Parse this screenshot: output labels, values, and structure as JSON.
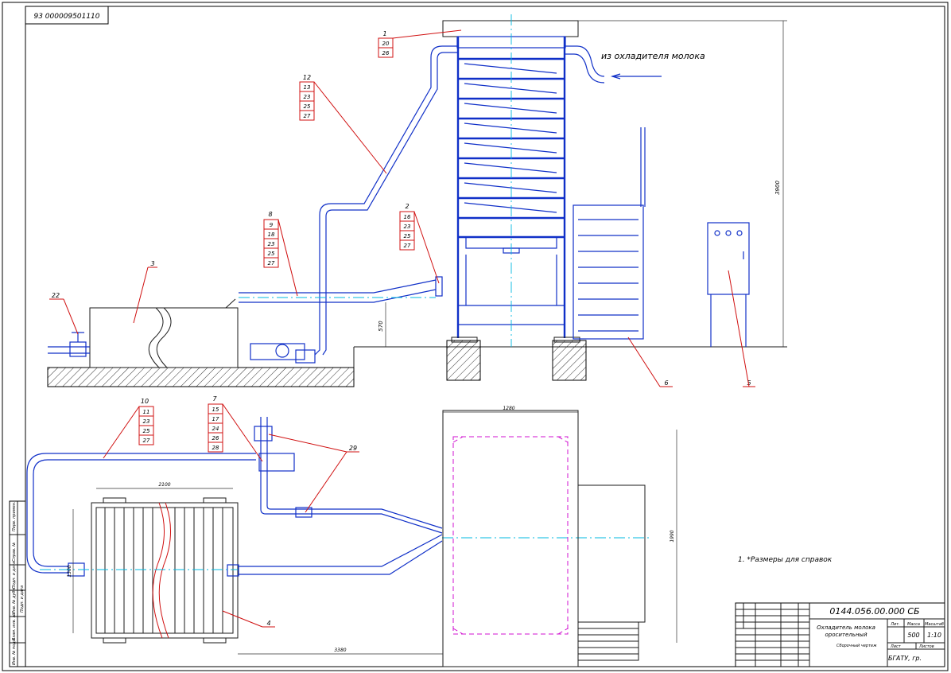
{
  "drawing": {
    "doc_code": "93 000009501110",
    "label_source": "из охладителя молока",
    "dimension_height": "3900",
    "dimension_level": "570",
    "dimension_top": "1280",
    "dimension_width": "2100",
    "dimension_depth": "1300",
    "dimension_bottom": "3380",
    "dimension_right": "1990",
    "note": "1. *Размеры для справок"
  },
  "callouts": [
    {
      "id": "c1",
      "lines": [
        "1",
        "20",
        "26"
      ]
    },
    {
      "id": "c12",
      "lines": [
        "12",
        "13",
        "23",
        "25",
        "27"
      ]
    },
    {
      "id": "c2",
      "lines": [
        "2",
        "16",
        "23",
        "25",
        "27"
      ]
    },
    {
      "id": "c8",
      "lines": [
        "8",
        "9",
        "18",
        "23",
        "25",
        "27"
      ]
    },
    {
      "id": "c10",
      "lines": [
        "10",
        "11",
        "23",
        "25",
        "27"
      ]
    },
    {
      "id": "c7",
      "lines": [
        "7",
        "15",
        "17",
        "24",
        "26",
        "28"
      ]
    }
  ],
  "markers": {
    "m3": "3",
    "m22": "22",
    "m6": "6",
    "m5": "5",
    "m29": "29",
    "m4": "4"
  },
  "title_block": {
    "designation": "0144.056.00.000 СБ",
    "name_line1": "Охладитель молока",
    "name_line2": "оросительный",
    "doc_type": "Сборочный чертеж",
    "col_lit": "Лит.",
    "col_mass": "Масса",
    "col_scale": "Масштаб",
    "mass": "500",
    "scale": "1:10",
    "sheet": "Лист",
    "sheets": "Листов",
    "org": "БГАТУ, гр."
  },
  "side_stamp": [
    "Перв. примен.",
    "Справ. №",
    "Подп. и дата",
    "Инв. № дубл.",
    "Взам. инв. №",
    "Подп. и дата",
    "Инв. № подл."
  ]
}
